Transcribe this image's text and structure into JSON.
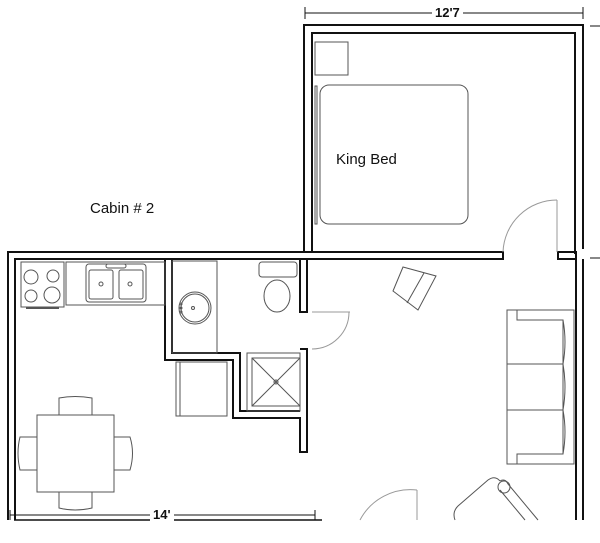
{
  "plan": {
    "title": "Cabin # 2",
    "rooms": {
      "bedroom": {
        "label": "King Bed"
      }
    },
    "dimensions": {
      "top_width": "12'7",
      "bottom_width": "14'"
    },
    "colors": {
      "wall": "#111111",
      "fixture": "#555555",
      "door_swing": "#999999",
      "background": "#ffffff"
    },
    "fixtures": [
      "nightstand",
      "king-bed",
      "stove",
      "double-sink",
      "bathroom-vanity-sink",
      "toilet",
      "shower",
      "closet-cabinet",
      "dining-table",
      "dining-chairs",
      "armchair",
      "sofa",
      "recliner"
    ]
  }
}
